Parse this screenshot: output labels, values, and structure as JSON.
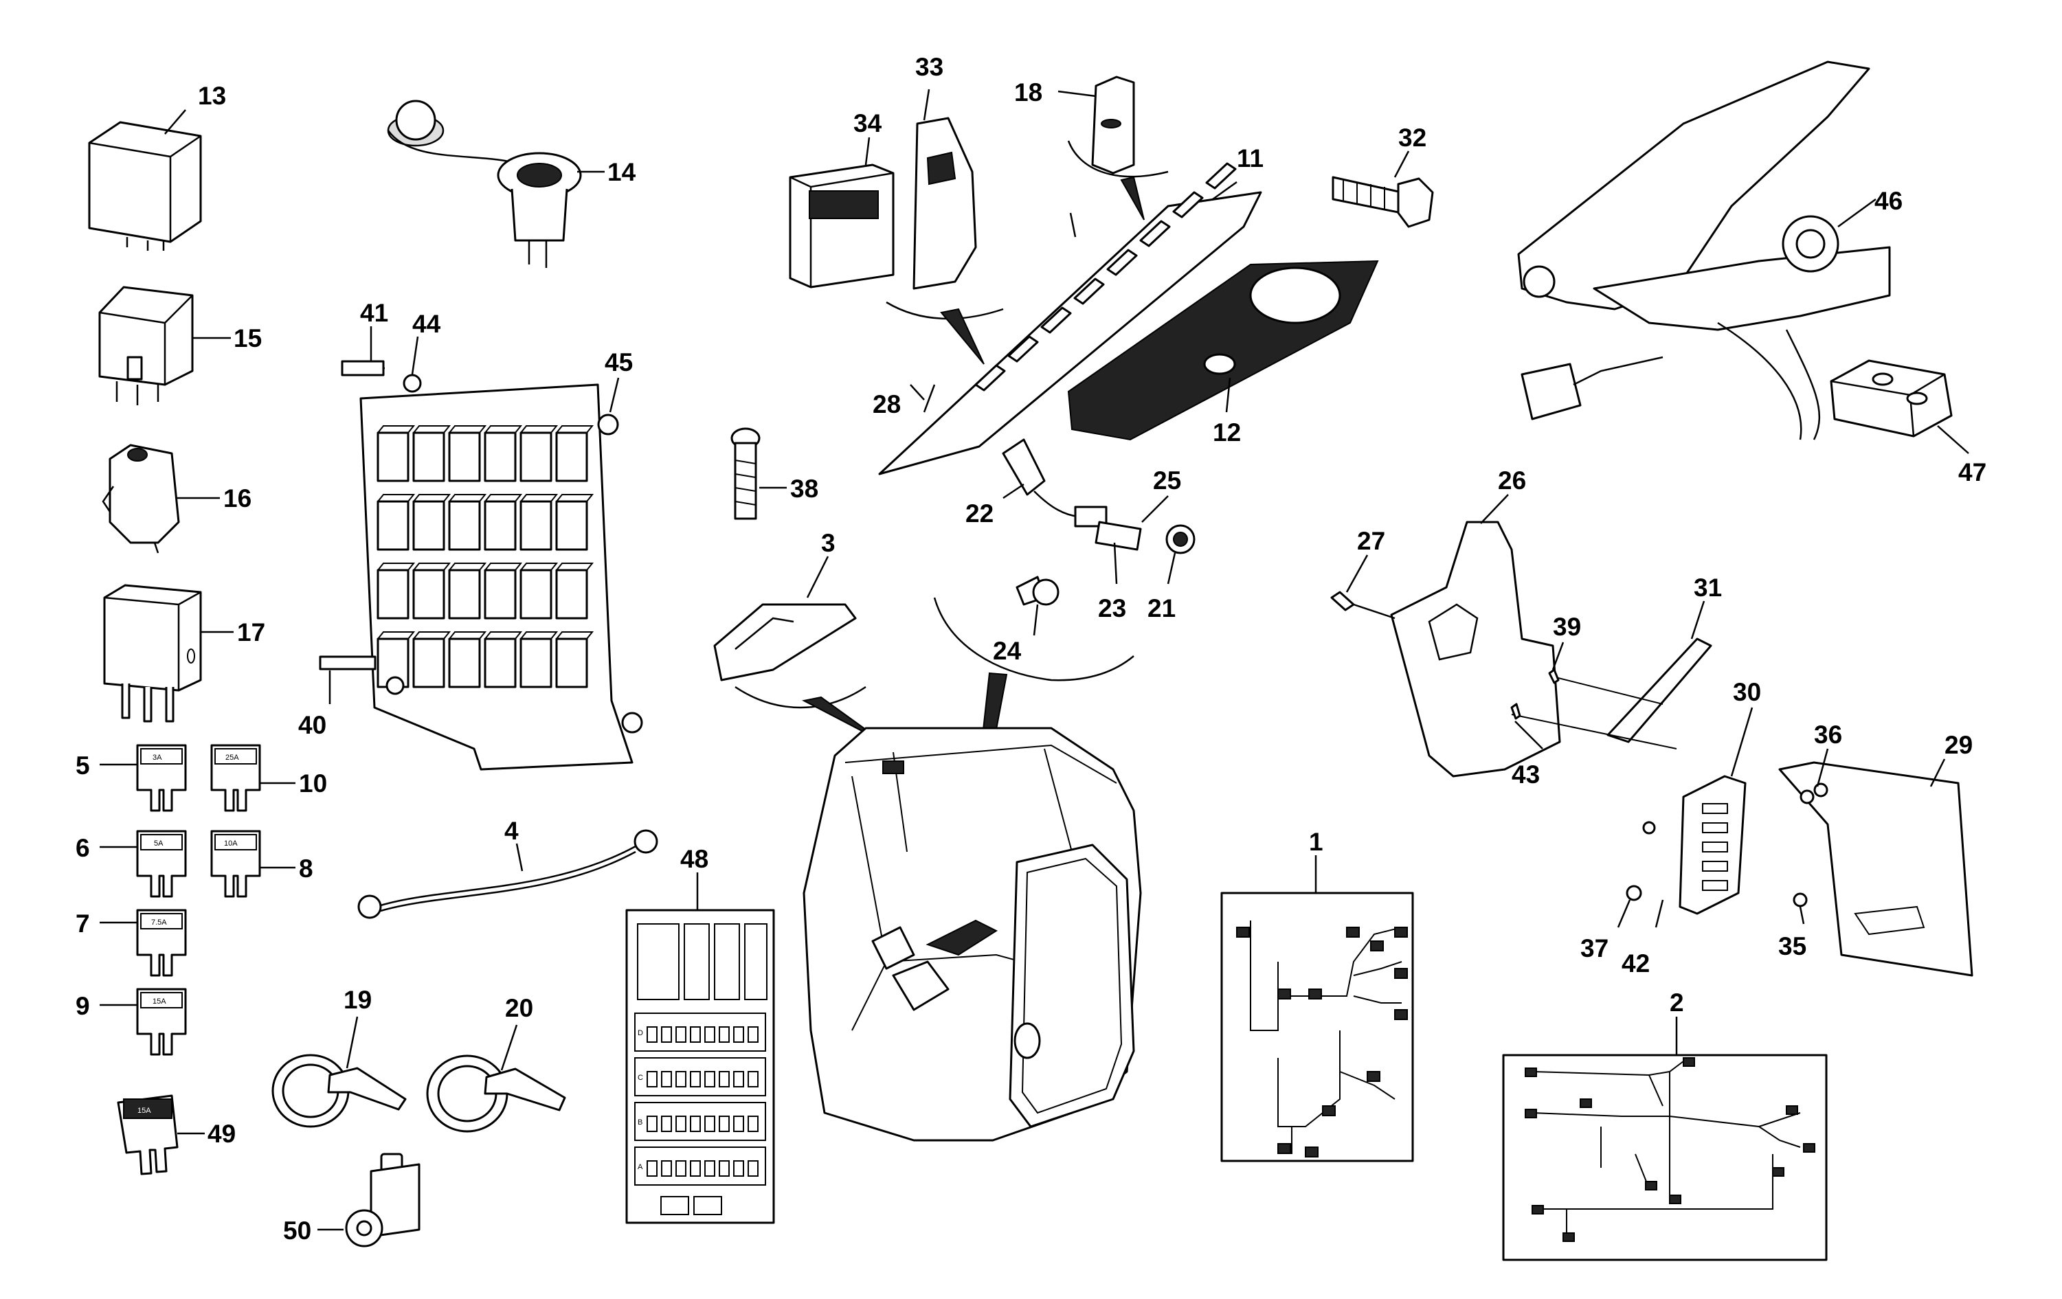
{
  "diagram": {
    "callouts": [
      {
        "id": "13",
        "label": "13"
      },
      {
        "id": "14",
        "label": "14"
      },
      {
        "id": "15",
        "label": "15"
      },
      {
        "id": "16",
        "label": "16"
      },
      {
        "id": "17",
        "label": "17"
      },
      {
        "id": "5",
        "label": "5"
      },
      {
        "id": "10",
        "label": "10"
      },
      {
        "id": "6",
        "label": "6"
      },
      {
        "id": "8",
        "label": "8"
      },
      {
        "id": "7",
        "label": "7"
      },
      {
        "id": "9",
        "label": "9"
      },
      {
        "id": "49",
        "label": "49"
      },
      {
        "id": "41",
        "label": "41"
      },
      {
        "id": "44",
        "label": "44"
      },
      {
        "id": "45",
        "label": "45"
      },
      {
        "id": "40",
        "label": "40"
      },
      {
        "id": "4",
        "label": "4"
      },
      {
        "id": "19",
        "label": "19"
      },
      {
        "id": "20",
        "label": "20"
      },
      {
        "id": "50",
        "label": "50"
      },
      {
        "id": "48",
        "label": "48"
      },
      {
        "id": "33",
        "label": "33"
      },
      {
        "id": "34",
        "label": "34"
      },
      {
        "id": "18",
        "label": "18"
      },
      {
        "id": "11",
        "label": "11"
      },
      {
        "id": "28",
        "label": "28"
      },
      {
        "id": "12",
        "label": "12"
      },
      {
        "id": "38",
        "label": "38"
      },
      {
        "id": "3",
        "label": "3"
      },
      {
        "id": "22",
        "label": "22"
      },
      {
        "id": "25",
        "label": "25"
      },
      {
        "id": "23",
        "label": "23"
      },
      {
        "id": "21",
        "label": "21"
      },
      {
        "id": "24",
        "label": "24"
      },
      {
        "id": "32",
        "label": "32"
      },
      {
        "id": "46",
        "label": "46"
      },
      {
        "id": "47",
        "label": "47"
      },
      {
        "id": "26",
        "label": "26"
      },
      {
        "id": "27",
        "label": "27"
      },
      {
        "id": "31",
        "label": "31"
      },
      {
        "id": "39",
        "label": "39"
      },
      {
        "id": "43",
        "label": "43"
      },
      {
        "id": "30",
        "label": "30"
      },
      {
        "id": "36",
        "label": "36"
      },
      {
        "id": "29",
        "label": "29"
      },
      {
        "id": "37",
        "label": "37"
      },
      {
        "id": "42",
        "label": "42"
      },
      {
        "id": "35",
        "label": "35"
      },
      {
        "id": "1",
        "label": "1"
      },
      {
        "id": "2",
        "label": "2"
      }
    ],
    "fuse_ratings": {
      "f5": "3A",
      "f10": "25A",
      "f6": "5A",
      "f8": "10A",
      "f7": "7.5A",
      "f9": "15A",
      "f49": "15A"
    },
    "decal_rows": [
      "D",
      "C",
      "B",
      "A"
    ]
  }
}
